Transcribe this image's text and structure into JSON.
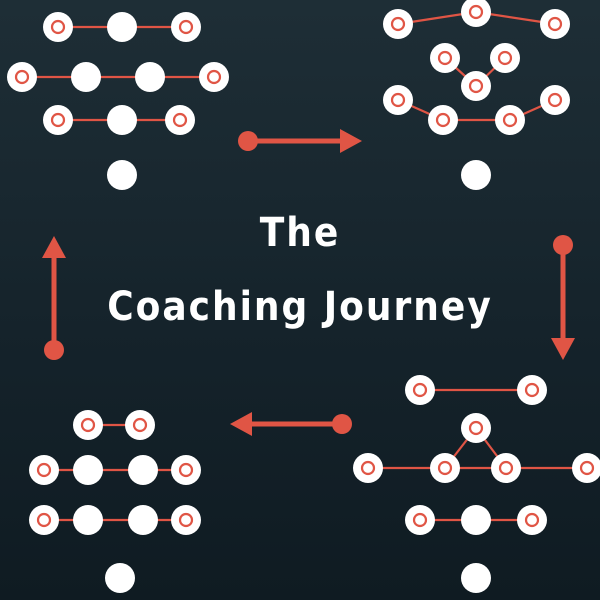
{
  "title": {
    "line1": "The",
    "line2": "Coaching Journey"
  },
  "colors": {
    "background": "#16242c",
    "accent": "#e05545",
    "dot": "#ffffff"
  },
  "icons": [
    "formation-diagram",
    "arrow-right",
    "arrow-down",
    "arrow-left",
    "arrow-up"
  ]
}
